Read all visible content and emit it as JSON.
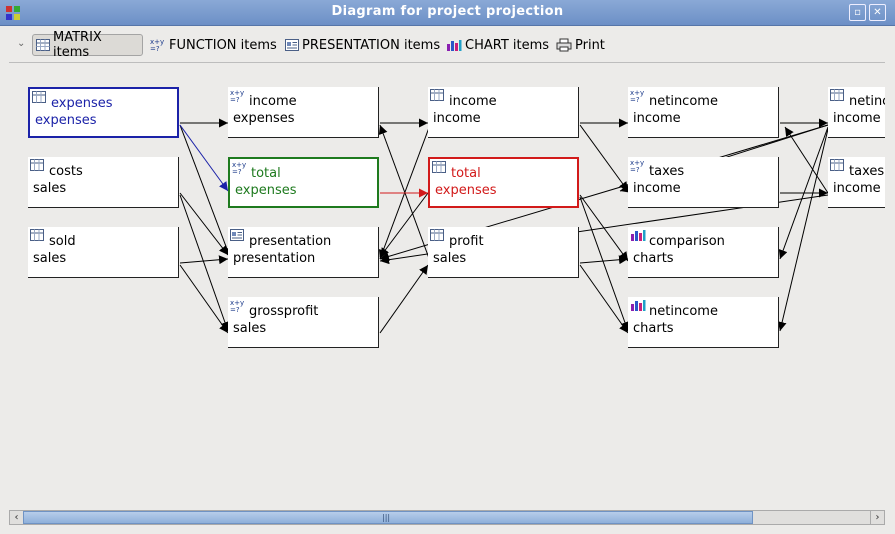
{
  "window": {
    "title": "Diagram for project projection"
  },
  "toolbar": {
    "matrix_label": "MATRIX items",
    "function_label": "FUNCTION items",
    "presentation_label": "PRESENTATION items",
    "chart_label": "CHART items",
    "print_label": "Print"
  },
  "colors": {
    "selected_blue": "#1b22a8",
    "selected_green": "#1e7a1e",
    "selected_red": "#d21a1a"
  },
  "nodes": [
    {
      "id": "expenses-expenses",
      "icon": "matrix-icon",
      "name": "expenses",
      "project": "expenses"
    },
    {
      "id": "costs-sales",
      "icon": "matrix-icon",
      "name": "costs",
      "project": "sales"
    },
    {
      "id": "sold-sales",
      "icon": "matrix-icon",
      "name": "sold",
      "project": "sales"
    },
    {
      "id": "income-expenses",
      "icon": "function-icon",
      "name": "income",
      "project": "expenses"
    },
    {
      "id": "total-expenses-fn",
      "icon": "function-icon",
      "name": "total",
      "project": "expenses"
    },
    {
      "id": "presentation-presentation",
      "icon": "presentation-icon",
      "name": "presentation",
      "project": "presentation"
    },
    {
      "id": "grossprofit-sales",
      "icon": "function-icon",
      "name": "grossprofit",
      "project": "sales"
    },
    {
      "id": "income-income",
      "icon": "matrix-icon",
      "name": "income",
      "project": "income"
    },
    {
      "id": "total-expenses-mx",
      "icon": "matrix-icon",
      "name": "total",
      "project": "expenses"
    },
    {
      "id": "profit-sales",
      "icon": "matrix-icon",
      "name": "profit",
      "project": "sales"
    },
    {
      "id": "netincome-income-fn",
      "icon": "function-icon",
      "name": "netincome",
      "project": "income"
    },
    {
      "id": "taxes-income-fn",
      "icon": "function-icon",
      "name": "taxes",
      "project": "income"
    },
    {
      "id": "comparison-charts",
      "icon": "chart-icon",
      "name": "comparison",
      "project": "charts"
    },
    {
      "id": "netincome-charts",
      "icon": "chart-icon",
      "name": "netincome",
      "project": "charts"
    },
    {
      "id": "netincome-income-mx",
      "icon": "matrix-icon",
      "name": "netinc",
      "project": "income"
    },
    {
      "id": "taxes-income-mx",
      "icon": "matrix-icon",
      "name": "taxes",
      "project": "income"
    }
  ]
}
